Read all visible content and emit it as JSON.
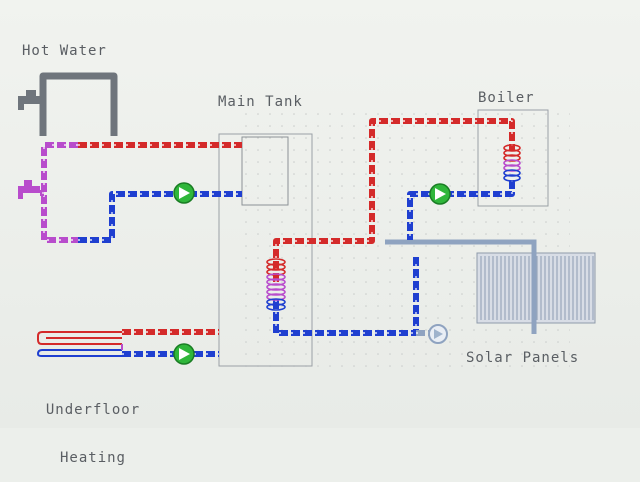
{
  "labels": {
    "hot_water": "Hot Water",
    "main_tank": "Main Tank",
    "boiler": "Boiler",
    "solar_panels": "Solar Panels",
    "underfloor_line1": "Underfloor",
    "underfloor_line2": "Heating"
  },
  "colors": {
    "background": "#ecefeb",
    "hot_pipe": "#d42a2a",
    "cold_pipe": "#1f3fd0",
    "mixed_pipe": "#b84ccc",
    "idle_pipe": "#8fa3c0",
    "pump_active": "#2fb63a",
    "pump_idle": "#9fb3cc",
    "outline": "#8f9396"
  },
  "components": {
    "pump_underfloor": {
      "state": "on",
      "icon": "pump-icon"
    },
    "pump_hot_water": {
      "state": "on",
      "icon": "pump-icon"
    },
    "pump_boiler": {
      "state": "on",
      "icon": "pump-icon"
    },
    "pump_solar": {
      "state": "off",
      "icon": "pump-icon"
    },
    "hot_water_tap": {
      "icon": "tap-icon"
    },
    "mixer_tap": {
      "icon": "tap-icon"
    },
    "tank_coil": {
      "icon": "coil-icon"
    },
    "boiler_coil": {
      "icon": "coil-icon"
    }
  }
}
